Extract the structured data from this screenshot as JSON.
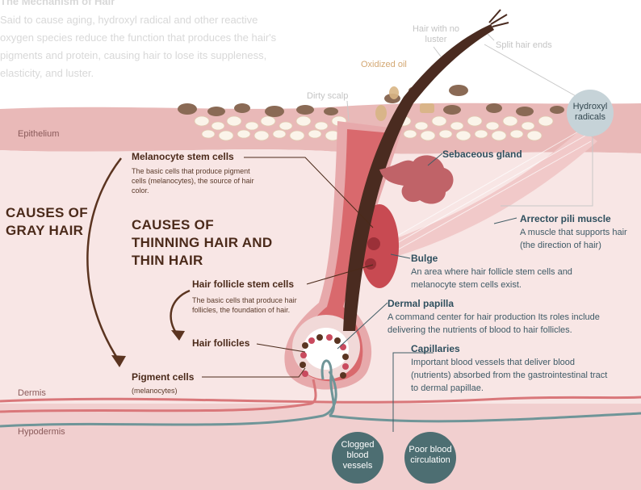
{
  "intro": {
    "title": "The Mechanism of Hair",
    "body": "Said to cause aging, hydroxyl radical and other reactive oxygen species reduce the function that produces the hair's pigments and protein, causing hair to lose its suppleness, elasticity, and luster."
  },
  "layers": {
    "epithelium": "Epithelium",
    "dermis": "Dermis",
    "hypodermis": "Hypodermis"
  },
  "top_labels": {
    "hair_no_luster": "Hair with no luster",
    "split_ends": "Split hair ends",
    "oxidized_oil": "Oxidized oil",
    "dirty_scalp": "Dirty scalp",
    "hydroxyl": "Hydroxyl radicals"
  },
  "causes": {
    "gray_line1": "CAUSES OF",
    "gray_line2": "GRAY HAIR",
    "thin_line1": "CAUSES OF",
    "thin_line2": "THINNING HAIR AND",
    "thin_line3": "THIN HAIR"
  },
  "left_labels": {
    "melanocyte_title": "Melanocyte stem cells",
    "melanocyte_desc": "The basic cells that produce pigment cells (melanocytes), the source of hair color.",
    "follicle_stem_title": "Hair follicle stem cells",
    "follicle_stem_desc": "The basic cells that produce hair follicles, the foundation of hair.",
    "follicles_title": "Hair follicles",
    "pigment_title": "Pigment cells",
    "pigment_sub": "(melanocytes)"
  },
  "right_labels": {
    "sebaceous": "Sebaceous gland",
    "arrector_title": "Arrector pili muscle",
    "arrector_desc": "A muscle that supports hair (the direction of hair)",
    "bulge_title": "Bulge",
    "bulge_desc": "An area where hair follicle stem cells and melanocyte stem cells exist.",
    "papilla_title": "Dermal papilla",
    "papilla_desc": "A command center for hair production Its roles include delivering the nutrients of blood to hair follicles.",
    "capillaries_title": "Capillaries",
    "capillaries_desc": "Important blood vessels that deliver blood (nutrients) absorbed from the gastrointestinal tract to dermal papillae."
  },
  "bottom_circles": {
    "clogged": "Clogged blood vessels",
    "poor": "Poor blood circulation"
  },
  "colors": {
    "skin_light": "#f8e3e2",
    "skin_mid": "#ecc3c3",
    "epithelium": "#e7b5b5",
    "follicle": "#d9696d",
    "hair": "#4a2b20",
    "teal": "#4d6e72",
    "hydroxyl_circle": "#c6d3d8",
    "brown_text": "#4b2a1a"
  }
}
